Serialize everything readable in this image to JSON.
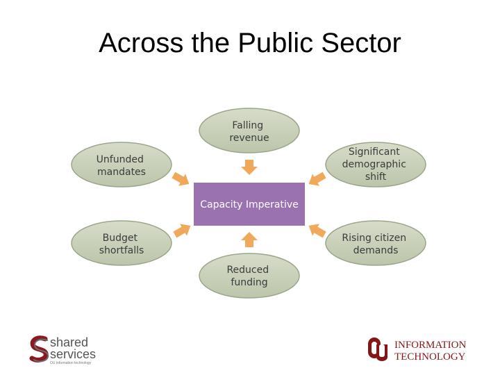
{
  "slide": {
    "title": "Across the Public Sector"
  },
  "diagram": {
    "center": "Capacity Imperative",
    "nodes": {
      "falling_revenue": [
        "Falling",
        "revenue"
      ],
      "unfunded_mandates": [
        "Unfunded",
        "mandates"
      ],
      "demographic_shift": [
        "Significant",
        "demographic",
        "shift"
      ],
      "budget_shortfalls": [
        "Budget",
        "shortfalls"
      ],
      "rising_demands": [
        "Rising citizen",
        "demands"
      ],
      "reduced_funding": [
        "Reduced",
        "funding"
      ]
    },
    "colors": {
      "center_fill": "#9b72b0",
      "node_fill": "#c4cdb4",
      "node_stroke": "#9aa68a",
      "arrow": "#f0a95a"
    }
  },
  "logos": {
    "shared_services": {
      "line1": "shared",
      "line2": "services",
      "tagline": "OU information technology",
      "color": "#555555",
      "accent": "#8a1a20"
    },
    "ou_it": {
      "line1": "INFORMATION",
      "line2": "TECHNOLOGY",
      "color": "#841617"
    }
  }
}
